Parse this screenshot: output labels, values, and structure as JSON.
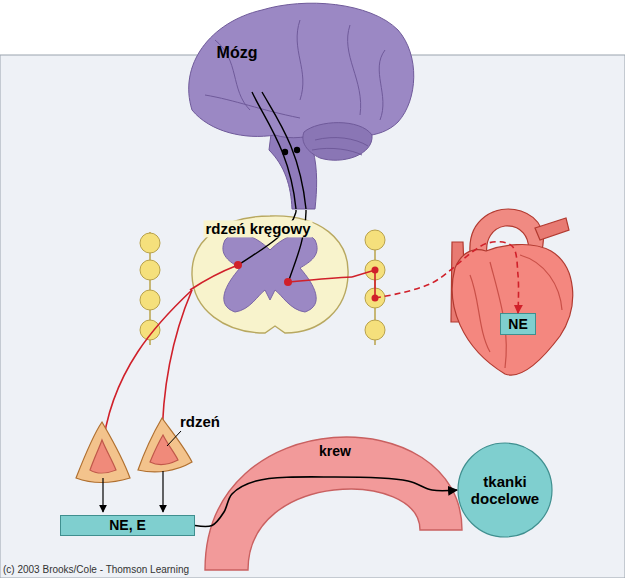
{
  "diagram": {
    "nodes": [
      {
        "text": [
          "Mózg"
        ]
      },
      {
        "text": [
          "rdzeń kręgowy"
        ]
      },
      {
        "text": [
          "NE"
        ]
      },
      {
        "text": [
          "krew"
        ]
      },
      {
        "text": [
          "NE, E"
        ]
      },
      {
        "text": [
          "tkanki docelowe"
        ]
      }
    ],
    "edges": [
      {
        "from": 0,
        "to": 1,
        "arrow": "none"
      },
      {
        "from": 1,
        "to": 2,
        "arrow": "to"
      },
      {
        "from": 4,
        "to": 5,
        "arrow": "to"
      }
    ],
    "labels": [
      "rdzeń",
      "(c) 2003 Brooks/Cole - Thomson Learning"
    ]
  }
}
